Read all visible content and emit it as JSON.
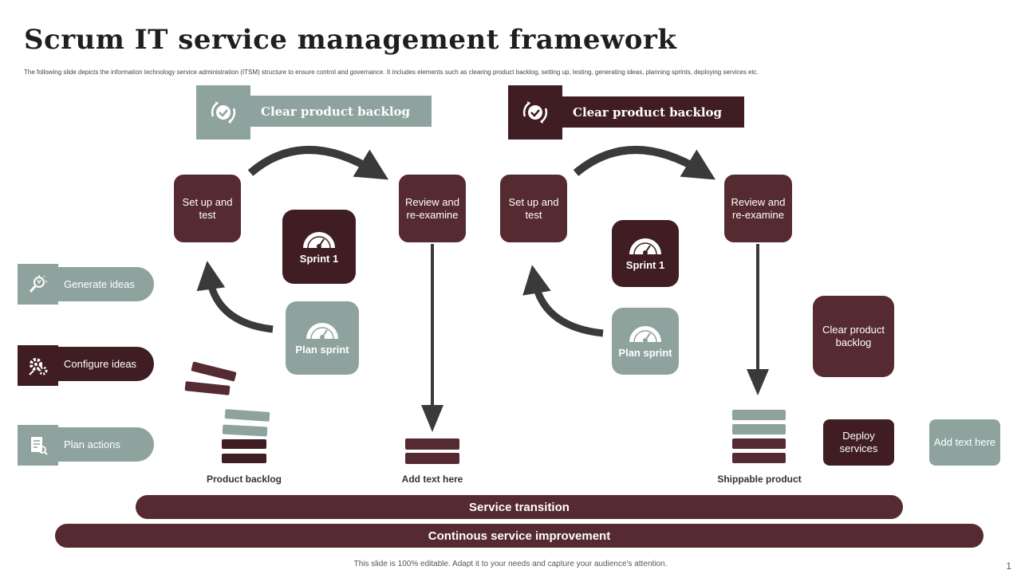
{
  "title": "Scrum IT service management framework",
  "subtitle": "The following slide depicts the information technology service administration (ITSM) structure to ensure control and governance. It includes elements such as clearing product backlog, setting up, testing, generating ideas, planning sprints, deploying services etc.",
  "left": {
    "header_label": "Clear product backlog",
    "setup": "Set up and test",
    "review": "Review and re-examine",
    "sprint": "Sprint 1",
    "plan": "Plan sprint",
    "caption_backlog": "Product backlog",
    "caption_add": "Add text here"
  },
  "right": {
    "header_label": "Clear product backlog",
    "setup": "Set up and test",
    "review": "Review and re-examine",
    "sprint": "Sprint 1",
    "plan": "Plan sprint",
    "clear": "Clear product backlog",
    "deploy": "Deploy services",
    "add": "Add text here",
    "caption_shippable": "Shippable product"
  },
  "side": [
    {
      "label": "Generate ideas",
      "icon": "lightbulb-search-icon"
    },
    {
      "label": "Configure  ideas",
      "icon": "gears-icon"
    },
    {
      "label": "Plan actions",
      "icon": "document-search-icon"
    }
  ],
  "bands": {
    "transition": "Service transition",
    "improvement": "Continous service improvement"
  },
  "footer": "This slide is 100% editable. Adapt it to your needs and capture your audience's attention.",
  "page_number": "1",
  "colors": {
    "maroon": "#552a30",
    "dark_maroon": "#3f1d22",
    "gray": "#8ea39e",
    "arrow": "#3a3a3a"
  }
}
